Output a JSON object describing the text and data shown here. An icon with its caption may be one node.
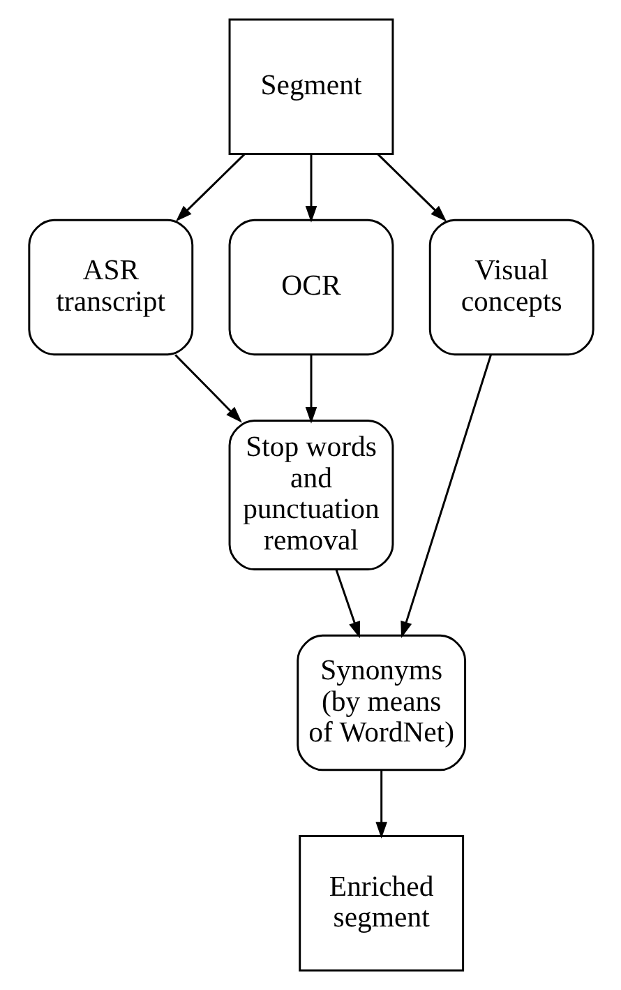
{
  "diagram": {
    "nodes": [
      {
        "text": [
          "Segment"
        ]
      },
      {
        "text": [
          "ASR transcript"
        ]
      },
      {
        "text": [
          "OCR"
        ]
      },
      {
        "text": [
          "Visual concepts"
        ]
      },
      {
        "text": [
          "Stop words and punctuation removal"
        ]
      },
      {
        "text": [
          "Synonyms (by means of WordNet)"
        ]
      },
      {
        "text": [
          "Enriched segment"
        ]
      }
    ],
    "edges": [
      {
        "from": 0,
        "to": 1,
        "arrow": "to"
      },
      {
        "from": 0,
        "to": 2,
        "arrow": "to"
      },
      {
        "from": 0,
        "to": 3,
        "arrow": "to"
      },
      {
        "from": 1,
        "to": 4,
        "arrow": "to"
      },
      {
        "from": 2,
        "to": 4,
        "arrow": "to"
      },
      {
        "from": 4,
        "to": 5,
        "arrow": "to"
      },
      {
        "from": 3,
        "to": 5,
        "arrow": "to"
      },
      {
        "from": 5,
        "to": 6,
        "arrow": "to"
      }
    ]
  }
}
